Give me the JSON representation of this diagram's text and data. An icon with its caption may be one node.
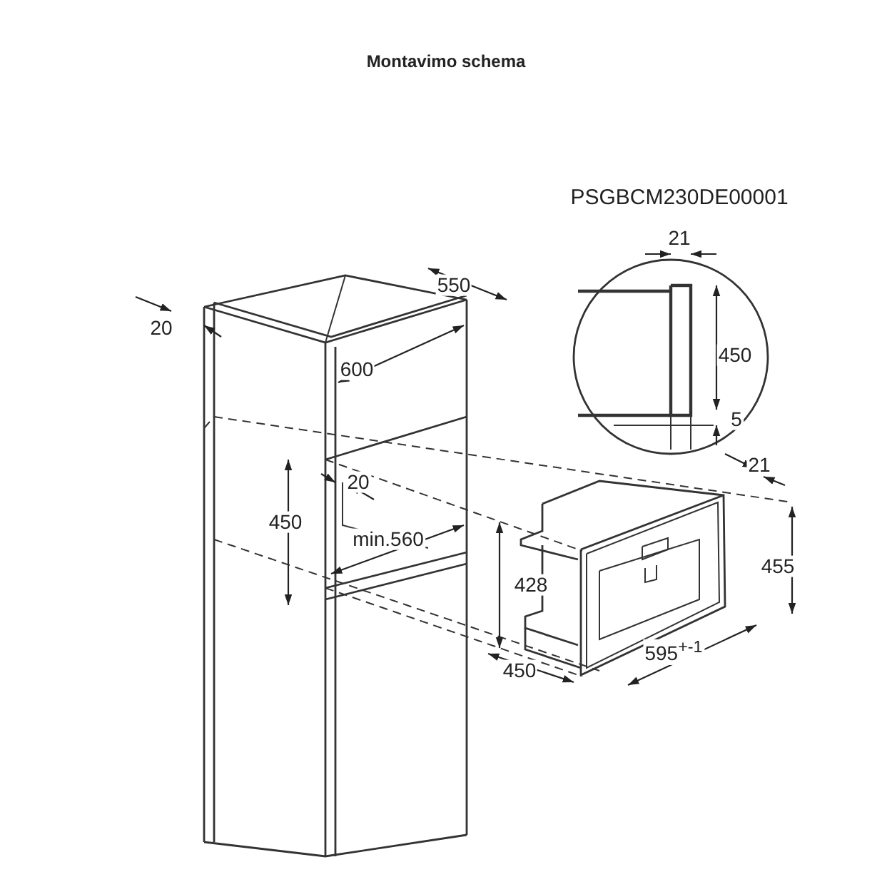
{
  "diagram": {
    "title": "Montavimo schema",
    "labels": [
      "PSGBCM230DE00001",
      "550",
      "20",
      "21",
      "600",
      "450",
      "5",
      "20",
      "21",
      "450",
      "min.560",
      "428",
      "455",
      "450",
      "595$^{+-1}$"
    ]
  }
}
